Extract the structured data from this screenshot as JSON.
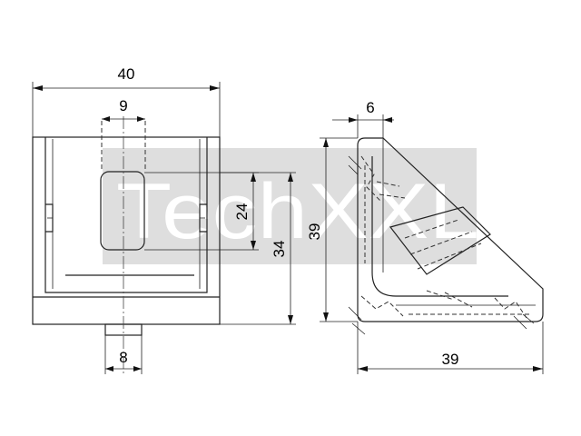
{
  "watermark": {
    "text": "TechXXL"
  },
  "dimensions": {
    "front_width": "40",
    "slot_width": "9",
    "slot_height": "24",
    "overall_height": "34",
    "tab_width": "8",
    "side_top_width": "6",
    "side_height": "39",
    "side_width": "39"
  }
}
